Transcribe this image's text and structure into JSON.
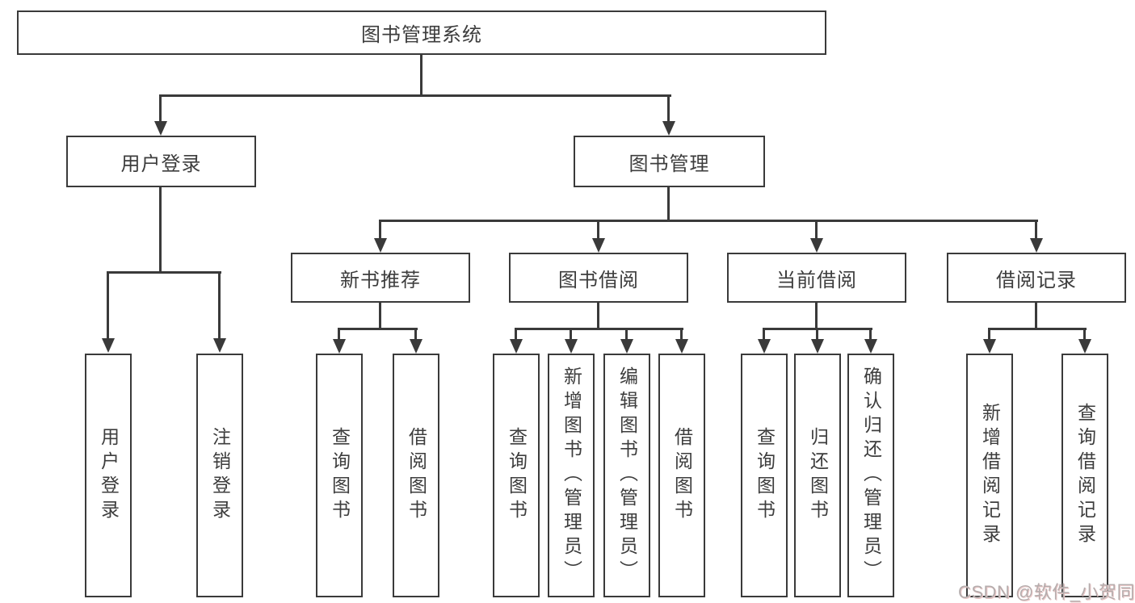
{
  "colors": {
    "line": "#3a3a3a",
    "text": "#3d3d3d",
    "box-bg": "#ffffff",
    "wm": "#b5adad",
    "page-bg": "#ffffff"
  },
  "watermark": {
    "text": "CSDN @软件_小贺同学"
  },
  "diagram": {
    "root": {
      "label": "图书管理系统"
    },
    "level2": [
      {
        "label": "用户登录"
      },
      {
        "label": "图书管理"
      }
    ],
    "level3": [
      {
        "label": "新书推荐"
      },
      {
        "label": "图书借阅"
      },
      {
        "label": "当前借阅"
      },
      {
        "label": "借阅记录"
      }
    ],
    "leaves": {
      "user_login": [
        {
          "label": "用户登录"
        },
        {
          "label": "注销登录"
        }
      ],
      "new_book": [
        {
          "label": "查询图书"
        },
        {
          "label": "借阅图书"
        }
      ],
      "book_borrow": [
        {
          "label": "查询图书"
        },
        {
          "label": "新增图书（管理员）"
        },
        {
          "label": "编辑图书（管理员）"
        },
        {
          "label": "借阅图书"
        }
      ],
      "current_borrow": [
        {
          "label": "查询图书"
        },
        {
          "label": "归还图书"
        },
        {
          "label": "确认归还（管理员）"
        }
      ],
      "borrow_record": [
        {
          "label": "新增借阅记录"
        },
        {
          "label": "查询借阅记录"
        }
      ]
    }
  }
}
